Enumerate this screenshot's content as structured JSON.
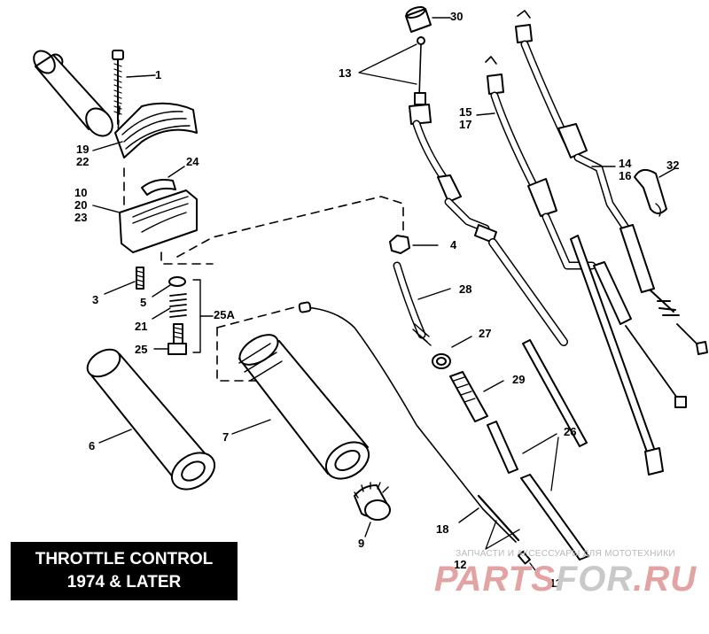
{
  "title": {
    "line1": "THROTTLE CONTROL",
    "line2": "1974 & LATER"
  },
  "watermark": {
    "caption": "ЗАПЧАСТИ И АКСЕССУАРЫ ДЛЯ МОТОТЕХНИКИ",
    "logo_part1": "PARTS",
    "logo_part2": "FOR",
    "logo_part3": ".RU"
  },
  "callouts": {
    "c1": "1",
    "c3": "3",
    "c4": "4",
    "c5": "5",
    "c6": "6",
    "c7": "7",
    "c9": "9",
    "c10": "10",
    "c20": "20",
    "c23": "23",
    "c11": "11",
    "c12": "12",
    "c13": "13",
    "c14": "14",
    "c16": "16",
    "c15": "15",
    "c17": "17",
    "c18": "18",
    "c19": "19",
    "c22": "22",
    "c21": "21",
    "c24": "24",
    "c25": "25",
    "c25a": "25A",
    "c26": "26",
    "c27": "27",
    "c28": "28",
    "c29": "29",
    "c30": "30",
    "c32": "32"
  },
  "colors": {
    "ink": "#000000",
    "paper": "#ffffff",
    "watermark_red": "#e4a3a3",
    "watermark_grey": "#c9c9c9"
  }
}
